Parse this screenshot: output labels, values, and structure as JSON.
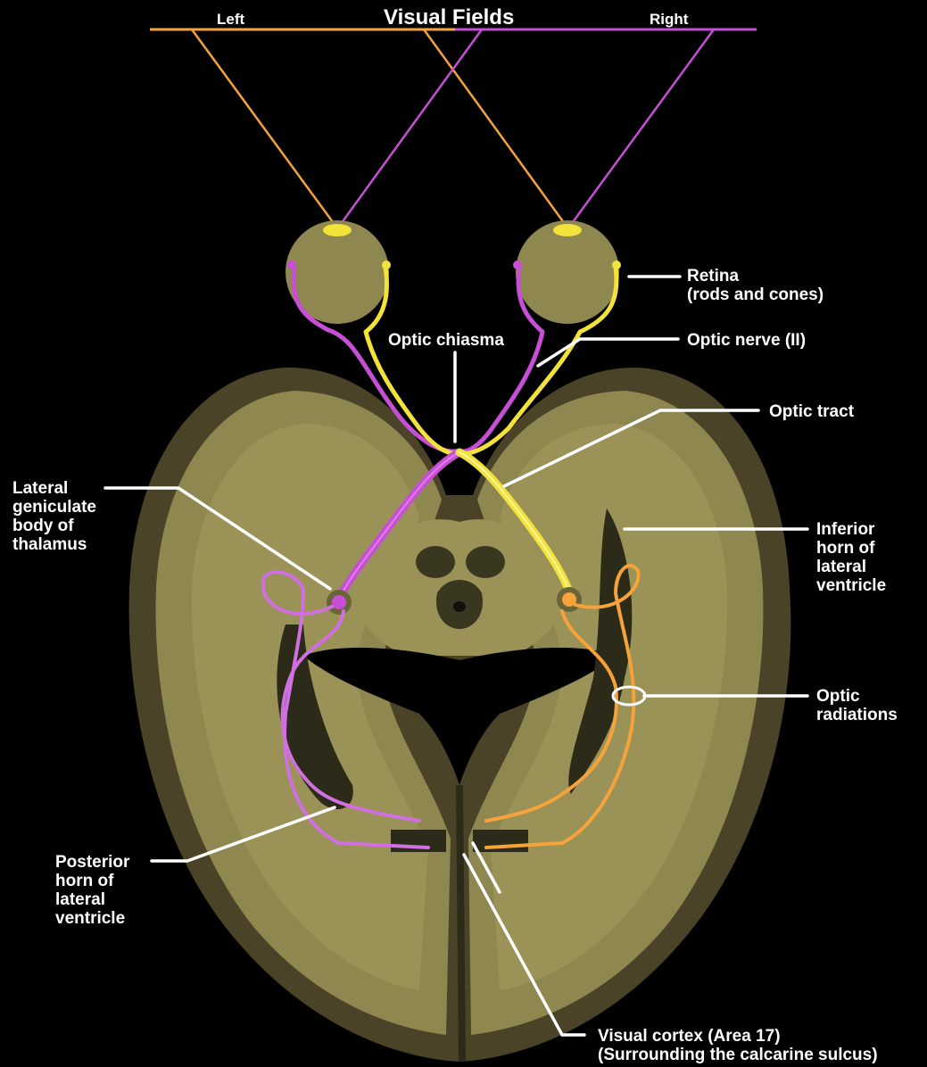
{
  "title": "Visual Fields",
  "field_left": "Left",
  "field_right": "Right",
  "labels": {
    "retina_1": "Retina",
    "retina_2": "(rods and cones)",
    "optic_chiasma": "Optic chiasma",
    "optic_nerve": "Optic nerve (II)",
    "optic_tract": "Optic tract",
    "lgb_1": "Lateral",
    "lgb_2": "geniculate",
    "lgb_3": "body of",
    "lgb_4": "thalamus",
    "inf_horn_1": "Inferior",
    "inf_horn_2": "horn of",
    "inf_horn_3": "lateral",
    "inf_horn_4": "ventricle",
    "optic_rad_1": "Optic",
    "optic_rad_2": "radiations",
    "post_horn_1": "Posterior",
    "post_horn_2": "horn of",
    "post_horn_3": "lateral",
    "post_horn_4": "ventricle",
    "cortex_1": "Visual cortex (Area 17)",
    "cortex_2": "(Surrounding the calcarine sulcus)"
  },
  "colors": {
    "background": "#000000",
    "left_field": "#f5a33a",
    "right_field": "#c64fd6",
    "nerve_yellow": "#f2e23a",
    "brain_outer": "#4a4327",
    "brain_cortex": "#8e8750",
    "brain_dark": "#2c2a18",
    "label": "#ffffff"
  }
}
